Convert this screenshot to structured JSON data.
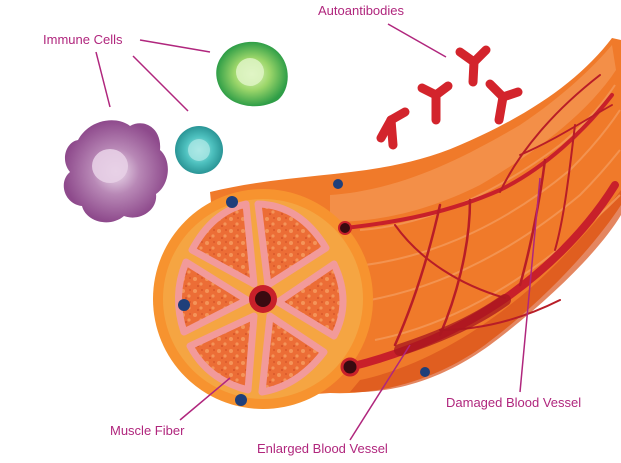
{
  "labels": {
    "immune_cells": "Immune Cells",
    "autoantibodies": "Autoantibodies",
    "muscle_fiber": "Muscle Fiber",
    "enlarged_vessel": "Enlarged Blood Vessel",
    "damaged_vessel": "Damaged Blood Vessel"
  },
  "colors": {
    "label_text": "#b0267d",
    "leader_line": "#b0267d",
    "muscle_orange": "#f07a2a",
    "fascicle_pink": "#f29a9a",
    "blood_vessel_red": "#c8202a",
    "autoantibody_red": "#d3242c",
    "cell_purple": "#8e4a8c",
    "cell_teal": "#2fa3a3",
    "cell_green": "#2f9e47"
  }
}
